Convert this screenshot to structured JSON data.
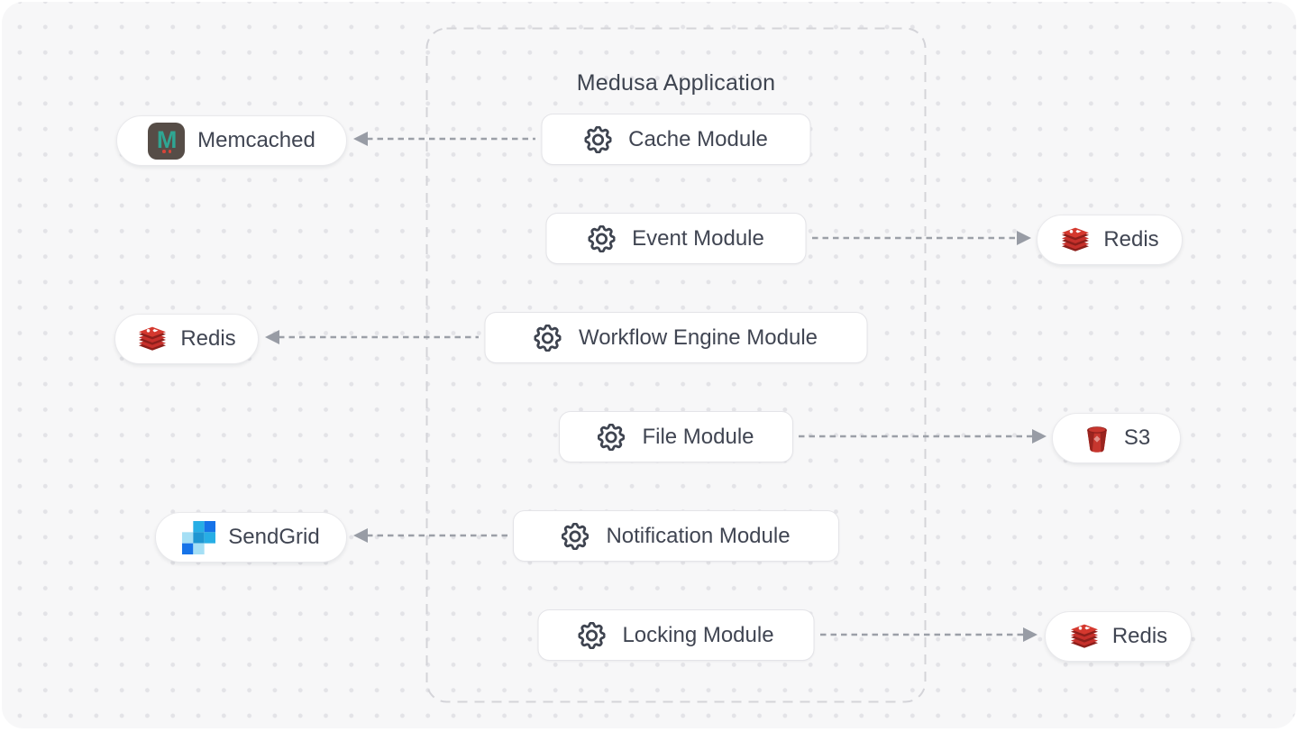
{
  "application": {
    "title": "Medusa Application"
  },
  "modules": [
    {
      "label": "Cache Module",
      "icon": "gear-icon"
    },
    {
      "label": "Event Module",
      "icon": "gear-icon"
    },
    {
      "label": "Workflow Engine Module",
      "icon": "gear-icon"
    },
    {
      "label": "File Module",
      "icon": "gear-icon"
    },
    {
      "label": "Notification Module",
      "icon": "gear-icon"
    },
    {
      "label": "Locking Module",
      "icon": "gear-icon"
    }
  ],
  "services": [
    {
      "label": "Memcached",
      "icon": "memcached-icon",
      "side": "left"
    },
    {
      "label": "Redis",
      "icon": "redis-icon",
      "side": "right"
    },
    {
      "label": "Redis",
      "icon": "redis-icon",
      "side": "left"
    },
    {
      "label": "S3",
      "icon": "s3-icon",
      "side": "right"
    },
    {
      "label": "SendGrid",
      "icon": "sendgrid-icon",
      "side": "left"
    },
    {
      "label": "Redis",
      "icon": "redis-icon",
      "side": "right"
    }
  ],
  "connections": [
    {
      "from": "Cache Module",
      "to": "Memcached",
      "arrow": "left"
    },
    {
      "from": "Event Module",
      "to": "Redis",
      "arrow": "right"
    },
    {
      "from": "Workflow Engine Module",
      "to": "Redis",
      "arrow": "left"
    },
    {
      "from": "File Module",
      "to": "S3",
      "arrow": "right"
    },
    {
      "from": "Notification Module",
      "to": "SendGrid",
      "arrow": "left"
    },
    {
      "from": "Locking Module",
      "to": "Redis",
      "arrow": "right"
    }
  ],
  "colors": {
    "canvas_background": "#F7F7F8",
    "dot_grid": "#E3E3E7",
    "container_dash": "#D4D4D9",
    "box_border": "#E4E4E8",
    "text": "#404552",
    "arrow": "#9CA0A8",
    "redis_red": "#C6302B",
    "redis_dark": "#8D1F1B",
    "s3_red": "#C7362E",
    "sendgrid_blue": "#1673E8",
    "sendgrid_cyan": "#27AEE5",
    "sendgrid_pale": "#A5DFF5",
    "memcached_bg": "#564D47",
    "memcached_teal": "#2FA693"
  }
}
